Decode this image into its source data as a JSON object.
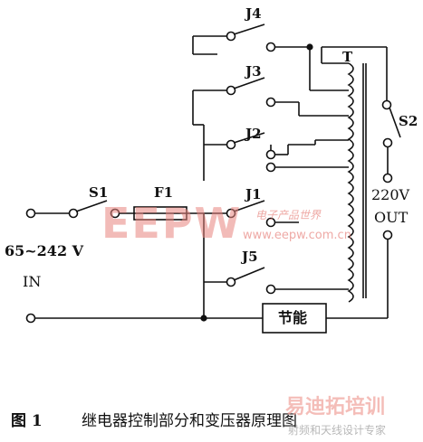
{
  "labels": {
    "j4": "J4",
    "j3": "J3",
    "j2": "J2",
    "j1": "J1",
    "j5": "J5",
    "t": "T",
    "s1": "S1",
    "s2": "S2",
    "f1": "F1",
    "out_voltage": "220V",
    "out": "OUT",
    "in_voltage": "65~242 V",
    "in": "IN",
    "energy_saving": "节能"
  },
  "caption": {
    "number": "图 1",
    "title": "继电器控制部分和变压器原理图"
  },
  "watermarks": {
    "eepw_logo": "EEPW",
    "eepw_slogan": "电子产品世界",
    "eepw_url": "www.eepw.com.cn",
    "corner_logo": "易迪拓培训",
    "corner_sub": "射频和天线设计专家"
  },
  "colors": {
    "line": "#111111",
    "watermark_red": "#d9534f",
    "watermark_light": "#f2b5b0"
  }
}
